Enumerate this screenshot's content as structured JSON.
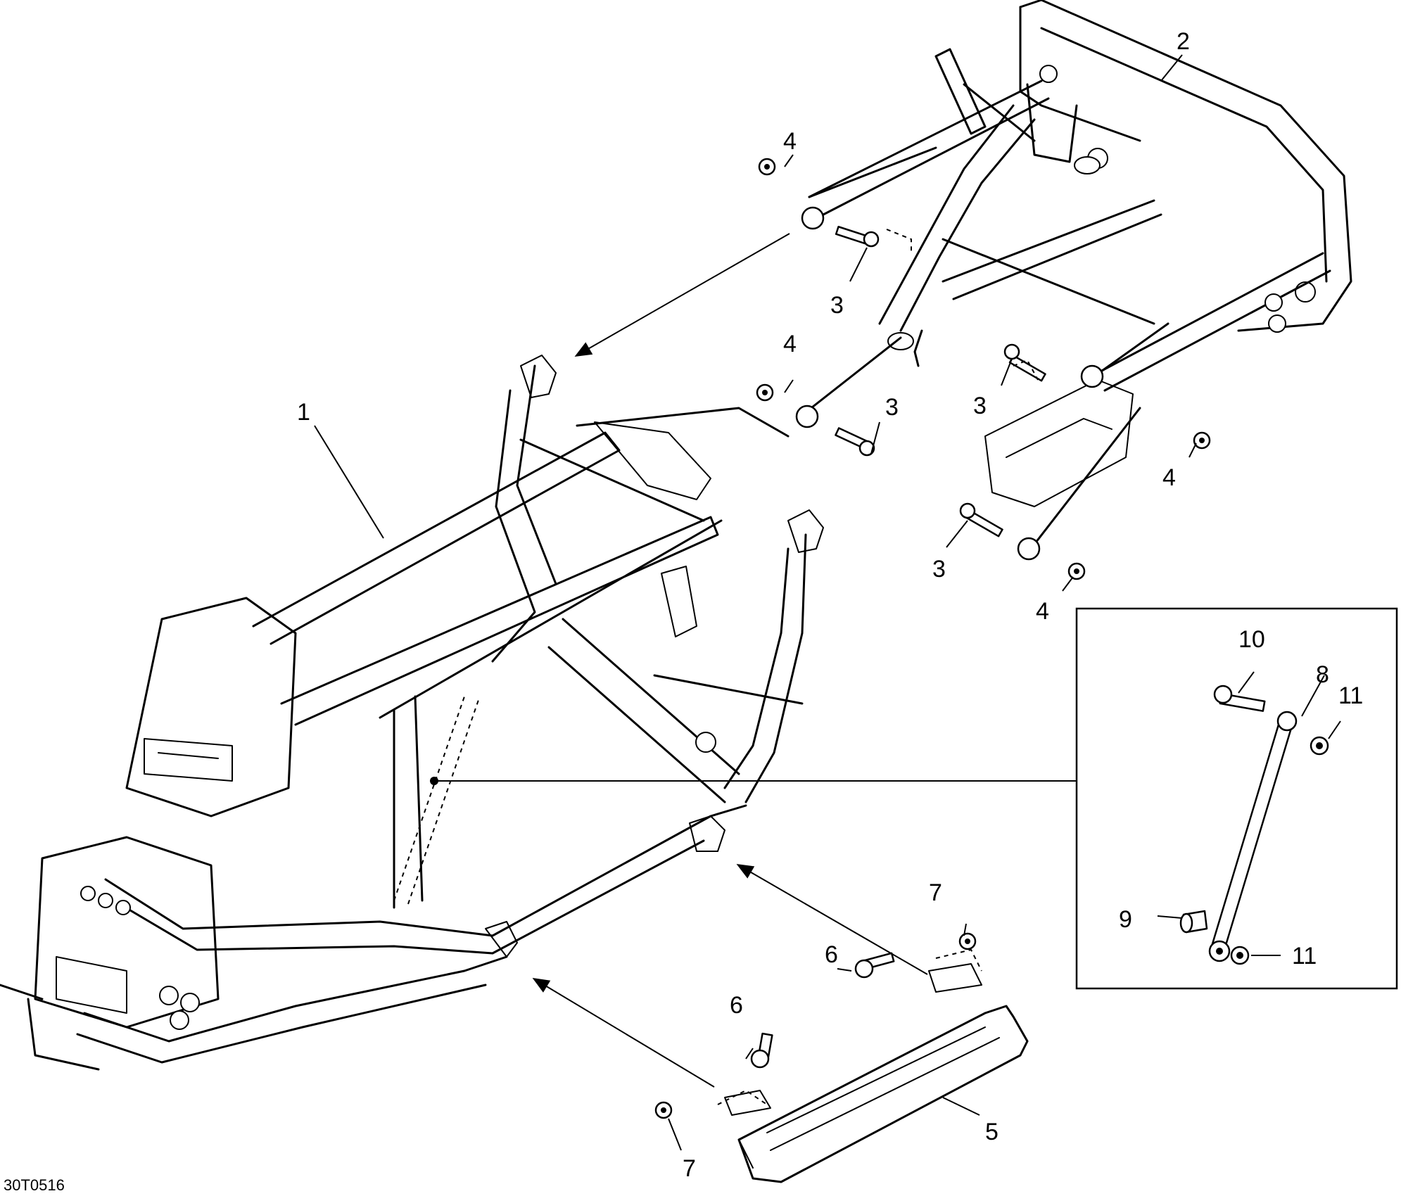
{
  "diagram_code": "30T0516",
  "callouts": {
    "c1": "1",
    "c2": "2",
    "c3a": "3",
    "c3b": "3",
    "c3c": "3",
    "c3d": "3",
    "c4a": "4",
    "c4b": "4",
    "c4c": "4",
    "c4d": "4",
    "c5": "5",
    "c6a": "6",
    "c6b": "6",
    "c7a": "7",
    "c7b": "7",
    "c8": "8",
    "c9": "9",
    "c10": "10",
    "c11a": "11",
    "c11b": "11"
  }
}
